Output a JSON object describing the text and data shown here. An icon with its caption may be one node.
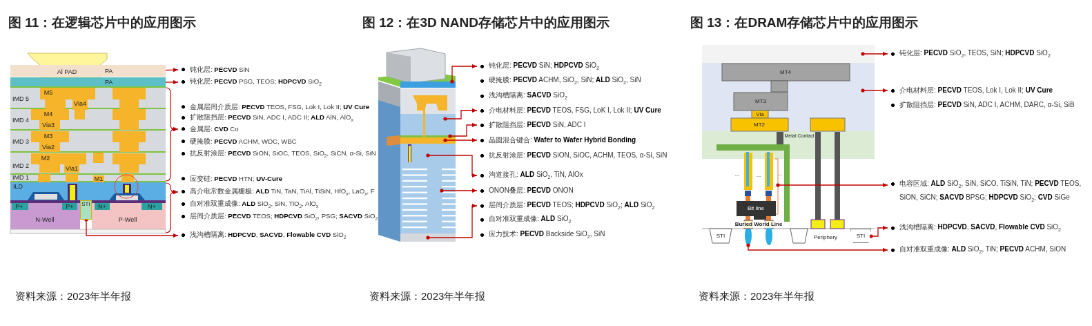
{
  "diagram": {
    "nodes": [
      {
        "text": [
          "钝化层: **PECVD** SiN"
        ]
      },
      {
        "text": [
          "钝化层: **PECVD** PSG, TEOS; **HDPCVD** SiO$_{2}$"
        ]
      },
      {
        "text": [
          "金属层间介质层: **PECVD** TEOS, FSG, Lok I, Lok II; **UV Cure**"
        ]
      },
      {
        "text": [
          "扩散阻挡层: **PECVD**  SiN, ADC I, ADC II; **ALD** AlN, AlO$_{x}$"
        ]
      },
      {
        "text": [
          "金属层: **CVD** Co"
        ]
      },
      {
        "text": [
          "硬掩膜: **PECVD**  ACHM, WDC, WBC"
        ]
      },
      {
        "text": [
          "抗反射涂层: **PECVD** SiON, SiOC, TEOS, SiO$_{2}$, SiCN, α-Si, SiN"
        ]
      },
      {
        "text": [
          "应变硅: **PECVD** HTN; **UV-Cure**"
        ]
      },
      {
        "text": [
          "高介电常数金属栅极: **ALD** TiN, TaN, TiAl, TiSiN, HfO$_{x}$, LaO$_{x}$, F"
        ]
      },
      {
        "text": [
          "自对准双重成像: **ALD** SiO$_{2}$, SiN, TiO$_{2}$, AlO$_{x}$"
        ]
      },
      {
        "text": [
          "层间介质层: **PECVD** TEOS; **HDPCVD** SiO$_{2}$, PSG; **SACVD** SiO$_{2}$"
        ]
      },
      {
        "text": [
          "浅沟槽隔离: **HDPCVD**, **SACVD**, **Flowable CVD** SiO$_{2}$"
        ]
      },
      {
        "text": [
          "钝化层: **PECVD** SiN; **HDPCVD** SiO$_{2}$"
        ]
      },
      {
        "text": [
          "硬掩膜: **PECVD** ACHM, SiO$_{2}$, SiN; **ALD** SiO$_{2}$, SiN"
        ]
      },
      {
        "text": [
          "浅沟槽隔离: **SACVD** SiO$_{2}$"
        ]
      },
      {
        "text": [
          "介电材料层: **PECVD** TEOS, FSG, LoK I, Lok II; **UV Cure**"
        ]
      },
      {
        "text": [
          "扩散阻挡层: **PECVD** SiN, ADC I"
        ]
      },
      {
        "text": [
          "晶圆混合键合: **Wafer to Wafer Hybrid Bonding**"
        ]
      },
      {
        "text": [
          "抗反射涂层: **PECVD** SiON, SiOC, ACHM, TEOS, α-Si, SiN"
        ]
      },
      {
        "text": [
          "沟道接孔: **ALD** SiO$_{2}$, TiN, AlOx"
        ]
      },
      {
        "text": [
          "ONON叠层: **PECVD**  ONON"
        ]
      },
      {
        "text": [
          "层间介质层: **PECVD** TEOS; **HDPCVD** SiO$_{2}$; **ALD** SiO$_{2}$"
        ]
      },
      {
        "text": [
          "自对准双重成像: **ALD** SiO$_{2}$"
        ]
      },
      {
        "text": [
          "应力技术: **PECVD** Backside SiO$_{2}$, SiN"
        ]
      },
      {
        "text": [
          "钝化层: **PECVD** SiO$_{2}$, TEOS, SiN; **HDPCVD** SiO$_{2}$"
        ]
      },
      {
        "text": [
          "介电材料层: **PECVD** TEOS, Lok I, Lok II; **UV Cure**"
        ]
      },
      {
        "text": [
          "扩散阻挡层: **PECVD** SiN, ADC I, ACHM, DARC, α-Si, SiB"
        ]
      },
      {
        "text": [
          "电容区域: **ALD** SiO$_{2}$, SiN, SiCO, TiSiN, TiN; **PECVD** TEOS, SiON, SiCN; **SACVD** BPSG; **HDPCVD** SiO$_{2}$; **CVD** SiGe"
        ]
      },
      {
        "text": [
          "浅沟槽隔离: **HDPCVD**, **SACVD**, **Flowable CVD** SiO$_{2}$"
        ]
      },
      {
        "text": [
          "自对准双重成像: **ALD** SiO$_{2}$, TiN; **PECVD** ACHM, SiON"
        ]
      },
      {
        "text": [
          "PA"
        ]
      },
      {
        "text": [
          "PA"
        ]
      },
      {
        "text": [],
        "shape": "bracket"
      },
      {
        "text": [],
        "shape": "bracket"
      },
      {
        "text": [
          "STI"
        ]
      },
      {
        "text": [],
        "shape": "box"
      },
      {
        "text": [],
        "shape": "box"
      },
      {
        "text": [],
        "shape": "bar"
      },
      {
        "text": [],
        "shape": "bar"
      },
      {
        "text": [],
        "shape": "box"
      },
      {
        "text": [],
        "shape": "box"
      },
      {
        "text": [],
        "shape": "box"
      },
      {
        "text": [],
        "shape": "box"
      },
      {
        "text": [],
        "shape": "box"
      },
      {
        "text": [],
        "shape": "bracket"
      },
      {
        "text": [
          "STI"
        ]
      },
      {
        "text": [],
        "shape": "ellipse"
      }
    ],
    "edges": [
      {
        "from": 30,
        "to": 0,
        "arrow": "to"
      },
      {
        "from": 31,
        "to": 1,
        "arrow": "to"
      },
      {
        "from": 32,
        "to": 4,
        "arrow": "to"
      },
      {
        "from": 33,
        "to": 8,
        "arrow": "to"
      },
      {
        "from": 34,
        "to": 11,
        "arrow": "to"
      },
      {
        "from": 35,
        "to": 12,
        "arrow": "to"
      },
      {
        "from": 36,
        "to": 15,
        "arrow": "to"
      },
      {
        "from": 37,
        "to": 16,
        "arrow": "to"
      },
      {
        "from": 38,
        "to": 17,
        "arrow": "to"
      },
      {
        "from": 39,
        "to": 19,
        "arrow": "to"
      },
      {
        "from": 40,
        "to": 20,
        "arrow": "to"
      },
      {
        "from": 41,
        "to": 21,
        "arrow": "to"
      },
      {
        "from": 42,
        "to": 24,
        "arrow": "to"
      },
      {
        "from": 43,
        "to": 25,
        "arrow": "to"
      },
      {
        "from": 44,
        "to": 27,
        "arrow": "to"
      },
      {
        "from": 45,
        "to": 28,
        "arrow": "to"
      },
      {
        "from": 46,
        "to": 29,
        "arrow": "to"
      }
    ],
    "labels": [
      "图 11：在逻辑芯片中的应用图示",
      "Al PAD",
      "M5",
      "IMD 5",
      "Via4",
      "M4",
      "IMD 4",
      "Via3",
      "M3",
      "IMD 3",
      "Via2",
      "M2",
      "IMD 2",
      "Via1",
      "IMD 1",
      "M1",
      "ILD",
      "P+",
      "P+",
      "N+",
      "N+",
      "N-Well",
      "P-Well",
      "资料来源：2023年半年报",
      "图 12：在3D NAND存储芯片中的应用图示",
      "资料来源：2023年半年报",
      "图 13：在DRAM存储芯片中的应用图示",
      "MT4",
      "MT3",
      "Via",
      "MT2",
      "Metal Contact",
      "...",
      "...",
      "...",
      "Bit line",
      "STI",
      "Buried World Line",
      "Periphery",
      "资料来源：2023年半年报"
    ]
  }
}
